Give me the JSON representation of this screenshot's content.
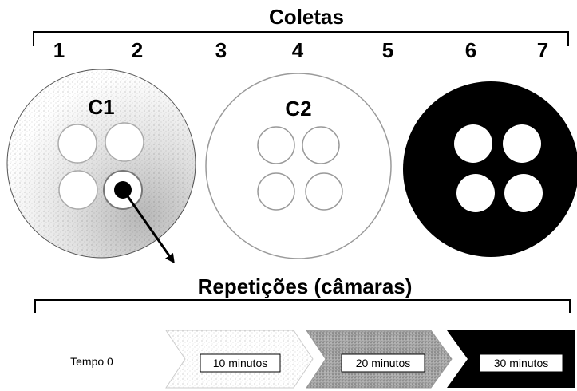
{
  "collections": {
    "title": "Coletas",
    "numbers": [
      "1",
      "2",
      "3",
      "4",
      "5",
      "6",
      "7"
    ]
  },
  "dishes": [
    {
      "label": "C1",
      "style": "light-speckled",
      "wells": 4,
      "highlighted_well": 4
    },
    {
      "label": "C2",
      "style": "white-outline",
      "wells": 4
    },
    {
      "label": "",
      "style": "black-filled",
      "wells": 4
    }
  ],
  "repetitions": {
    "title": "Repetições (câmaras)"
  },
  "timeline": {
    "steps": [
      "Tempo 0",
      "10 minutos",
      "20 minutos",
      "30 minutos"
    ]
  },
  "colors": {
    "black": "#000000",
    "white": "#ffffff",
    "speckle_light": "#d8d8d8",
    "speckle_mid": "#9a9a9a"
  }
}
